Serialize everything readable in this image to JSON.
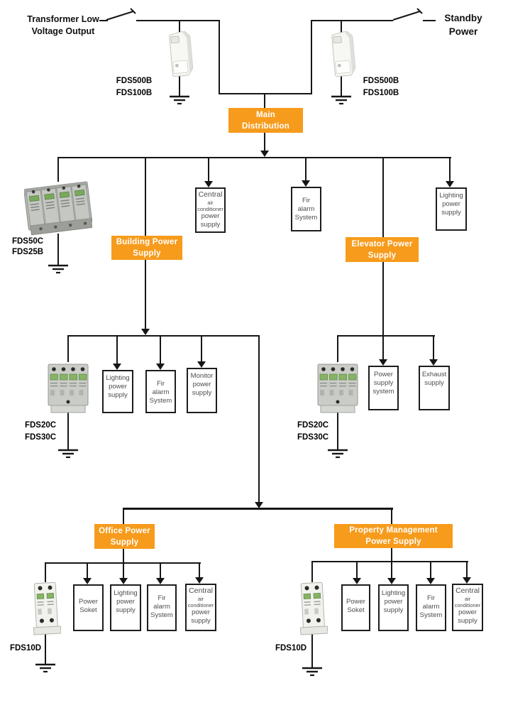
{
  "colors": {
    "accent_orange": "#F79B1C",
    "line_black": "#161616",
    "load_text_gray": "#4d4d4d"
  },
  "sources": {
    "transformer": [
      "Transformer Low",
      "Voltage Output"
    ],
    "standby": [
      "Standby",
      "Power"
    ]
  },
  "distribution": {
    "main": [
      "Main",
      "Distribution"
    ],
    "building": [
      "Building Power",
      "Supply"
    ],
    "elevator": [
      "Elevator Power",
      "Supply"
    ],
    "office": [
      "Office Power",
      "Supply"
    ],
    "property": [
      "Property Management",
      "Power Supply"
    ]
  },
  "device_labels": {
    "fds500b": [
      "FDS500B",
      "FDS100B"
    ],
    "fds50c": [
      "FDS50C",
      "FDS25B"
    ],
    "fds20c": [
      "FDS20C",
      "FDS30C"
    ],
    "fds10d": [
      "FDS10D"
    ]
  },
  "loads": {
    "central_air": [
      "Central",
      "air",
      "conditioner",
      "power",
      "supply"
    ],
    "fir_alarm": [
      "Fir",
      "alarm",
      "System"
    ],
    "lighting": [
      "Lighting",
      "power",
      "supply"
    ],
    "monitor": [
      "Monitor",
      "power",
      "supply"
    ],
    "power_supply_system": [
      "Power",
      "supply",
      "system"
    ],
    "exhaust": [
      "Exhaust",
      "supply"
    ],
    "power_soket": [
      "Power",
      "Soket"
    ]
  }
}
